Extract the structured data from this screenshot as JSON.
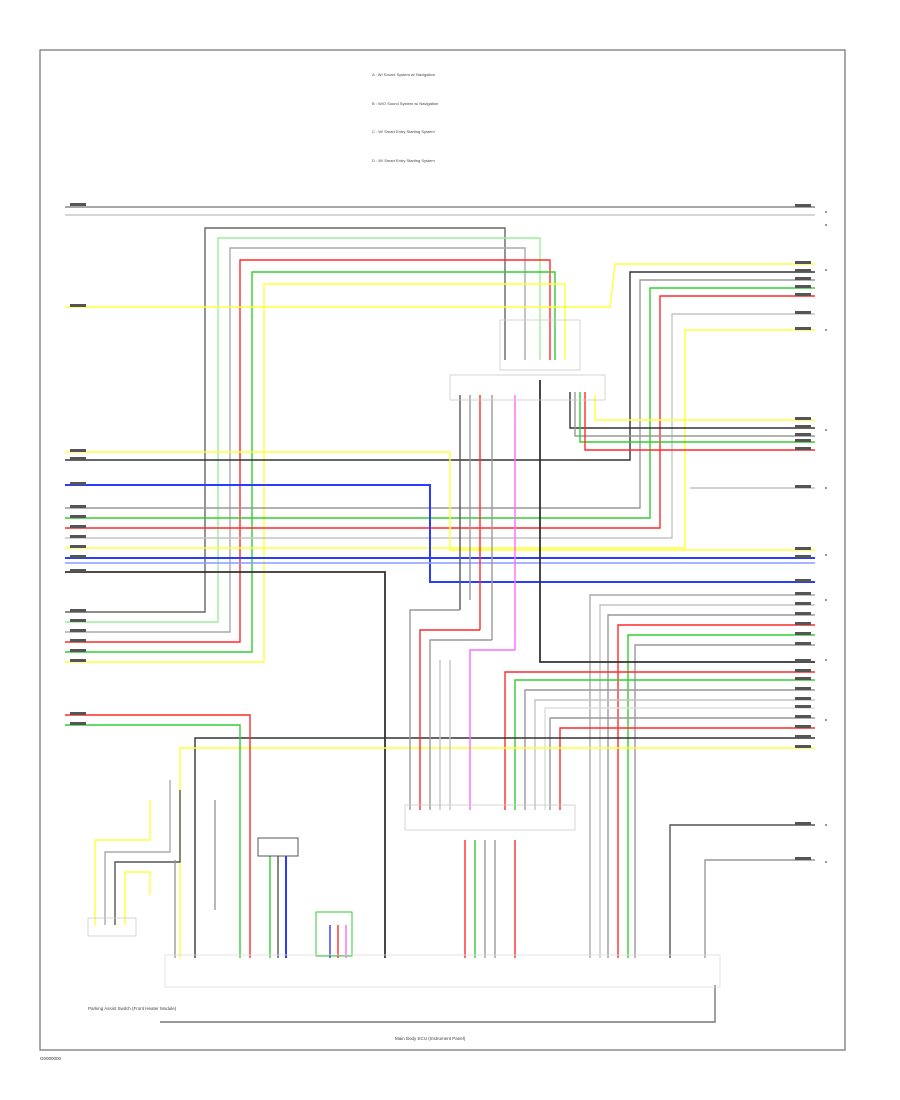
{
  "notes": [
    "A : W/ Sound System w/ Navigation",
    "B : W/O Sound System w/ Navigation",
    "C : W/ Smart Entry Starting System",
    "D : W/ Smart Entry Starting System"
  ],
  "components": {
    "left_module_caption": "Parking Assist Switch (Front Heater Module)",
    "bottom_connector_caption": "Main Body ECU (Instrument Panel)",
    "footer_code": "G0000000"
  },
  "colors": {
    "frame": "#6e6e6e",
    "black": "#2a2a2a",
    "gray": "#8c8c8c",
    "light_gray": "#c4c4c4",
    "red": "#ff2a2a",
    "green": "#32cd32",
    "light_green": "#9cef9c",
    "yellow": "#ffff3a",
    "blue": "#2a3cff",
    "light_blue": "#8a9cff",
    "pink": "#ff6aff"
  }
}
